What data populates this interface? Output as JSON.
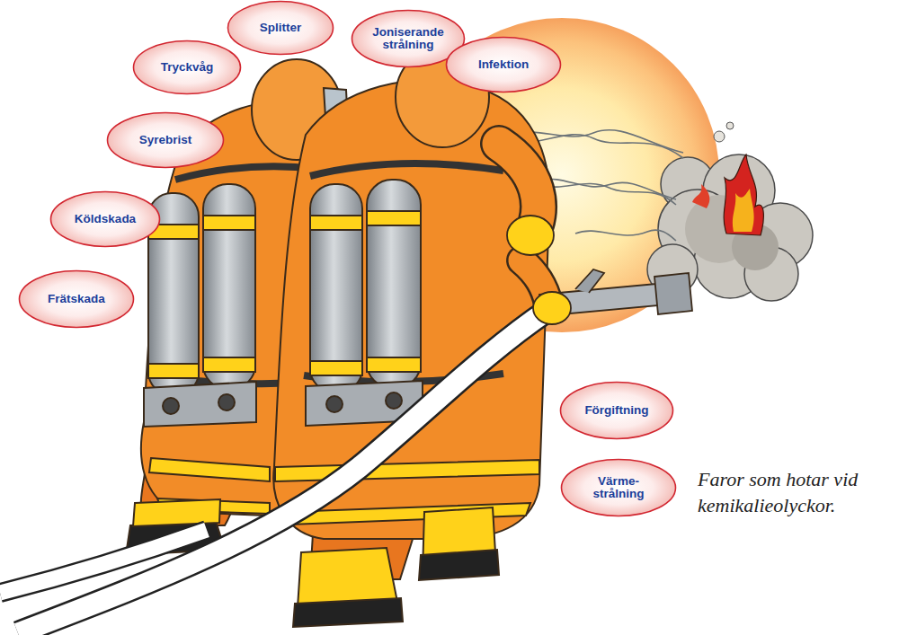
{
  "diagram": {
    "caption": "Faror som hotar vid kemikalieolyckor.",
    "nodes": [
      {
        "text": [
          "Splitter"
        ]
      },
      {
        "text": [
          "Joniserande strålning"
        ]
      },
      {
        "text": [
          "Tryckvåg"
        ]
      },
      {
        "text": [
          "Infektion"
        ]
      },
      {
        "text": [
          "Syrebrist"
        ]
      },
      {
        "text": [
          "Köldskada"
        ]
      },
      {
        "text": [
          "Frätskada"
        ]
      },
      {
        "text": [
          "Förgiftning"
        ]
      },
      {
        "text": [
          "Värme- strålning"
        ]
      }
    ]
  }
}
